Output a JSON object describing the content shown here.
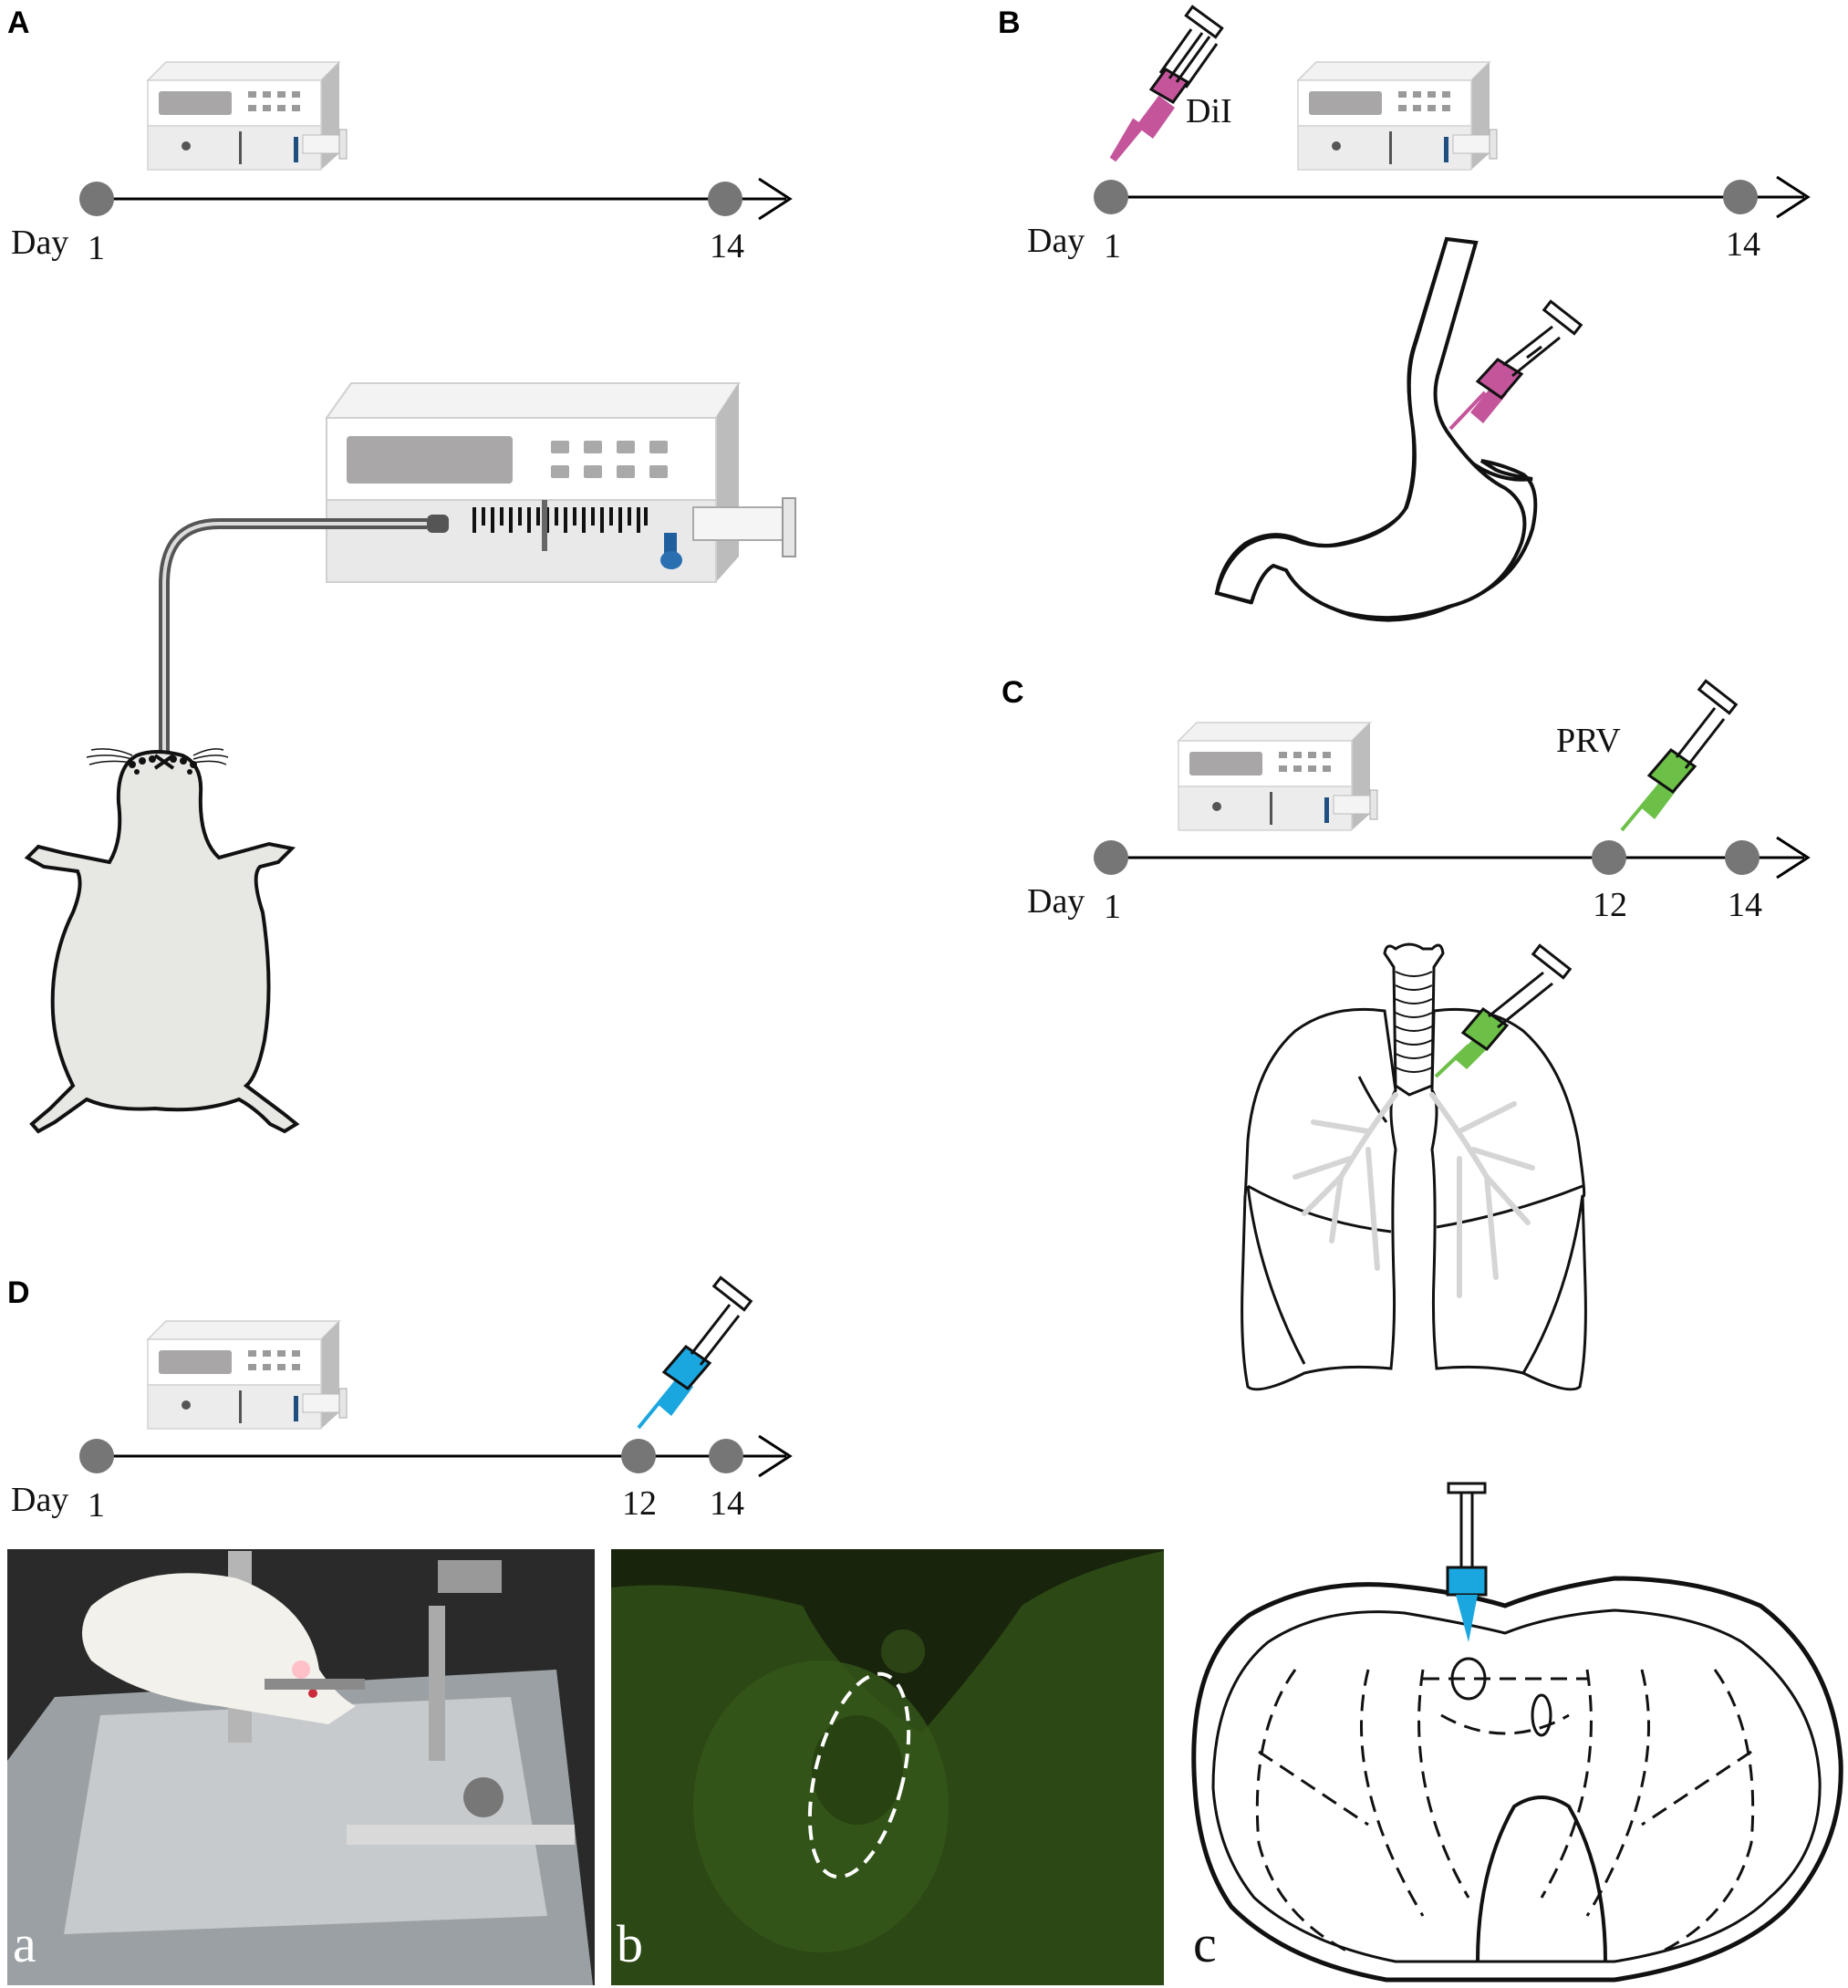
{
  "panels": {
    "A": {
      "label": "A",
      "timeline": {
        "day_label": "Day",
        "points": [
          "1",
          "14"
        ]
      }
    },
    "B": {
      "label": "B",
      "drug": "DiI",
      "timeline": {
        "day_label": "Day",
        "points": [
          "1",
          "14"
        ]
      }
    },
    "C": {
      "label": "C",
      "drug": "PRV",
      "timeline": {
        "day_label": "Day",
        "points": [
          "1",
          "12",
          "14"
        ]
      }
    },
    "D": {
      "label": "D",
      "timeline": {
        "day_label": "Day",
        "points": [
          "1",
          "12",
          "14"
        ]
      },
      "subpanels": [
        "a",
        "b",
        "c"
      ]
    }
  },
  "colors": {
    "dil_syringe": "#c4559b",
    "prv_syringe": "#6cc047",
    "d_syringe": "#1aa7e0",
    "timeline_dot": "#767676",
    "fluorescence_bg": "#1b2a0e"
  },
  "icons": {
    "pump": "syringe-pump-icon",
    "syringe": "syringe-icon",
    "rat": "rat-illustration",
    "stomach": "stomach-illustration",
    "lungs": "lungs-illustration",
    "brainstem": "brainstem-section-illustration"
  }
}
